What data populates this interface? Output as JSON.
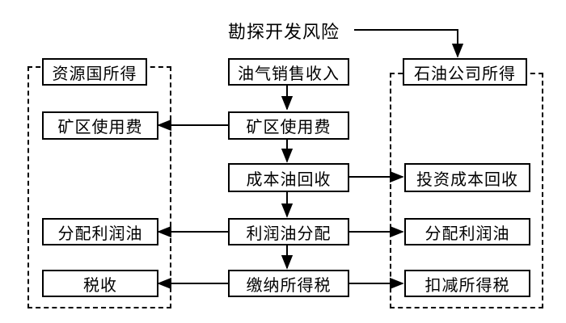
{
  "risk": "勘探开发风险",
  "center": {
    "revenue": "油气销售收入",
    "royalty": "矿区使用费",
    "cost_oil": "成本油回收",
    "profit_oil": "利润油分配",
    "income_tax": "缴纳所得税"
  },
  "host": {
    "title": "资源国所得",
    "royalty": "矿区使用费",
    "profit_oil": "分配利润油",
    "tax": "税收"
  },
  "company": {
    "title": "石油公司所得",
    "cost_recovery": "投资成本回收",
    "profit_oil": "分配利润油",
    "tax_deduction": "扣减所得税"
  }
}
